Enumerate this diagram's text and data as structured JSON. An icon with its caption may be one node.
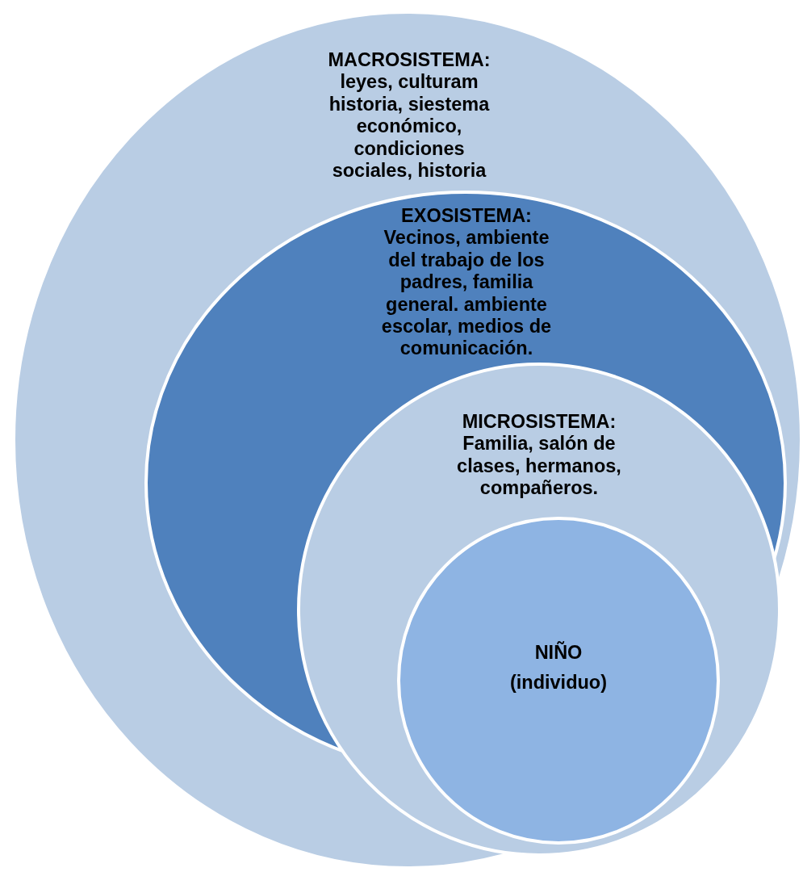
{
  "diagram": {
    "nodes": [
      {
        "text": [
          "MACROSISTEMA:",
          "leyes, culturam historia, siestema económico, condiciones sociales, historia"
        ]
      },
      {
        "text": [
          "EXOSISTEMA:",
          "Vecinos, ambiente del trabajo de los padres, familia general. ambiente escolar, medios de comunicación."
        ],
        "in": 0
      },
      {
        "text": [
          "MICROSISTEMA:",
          "Familia, salón de clases, hermanos, compañeros."
        ],
        "in": 0
      },
      {
        "text": [
          "NIÑO",
          "(individuo)"
        ],
        "in": 2
      }
    ]
  }
}
